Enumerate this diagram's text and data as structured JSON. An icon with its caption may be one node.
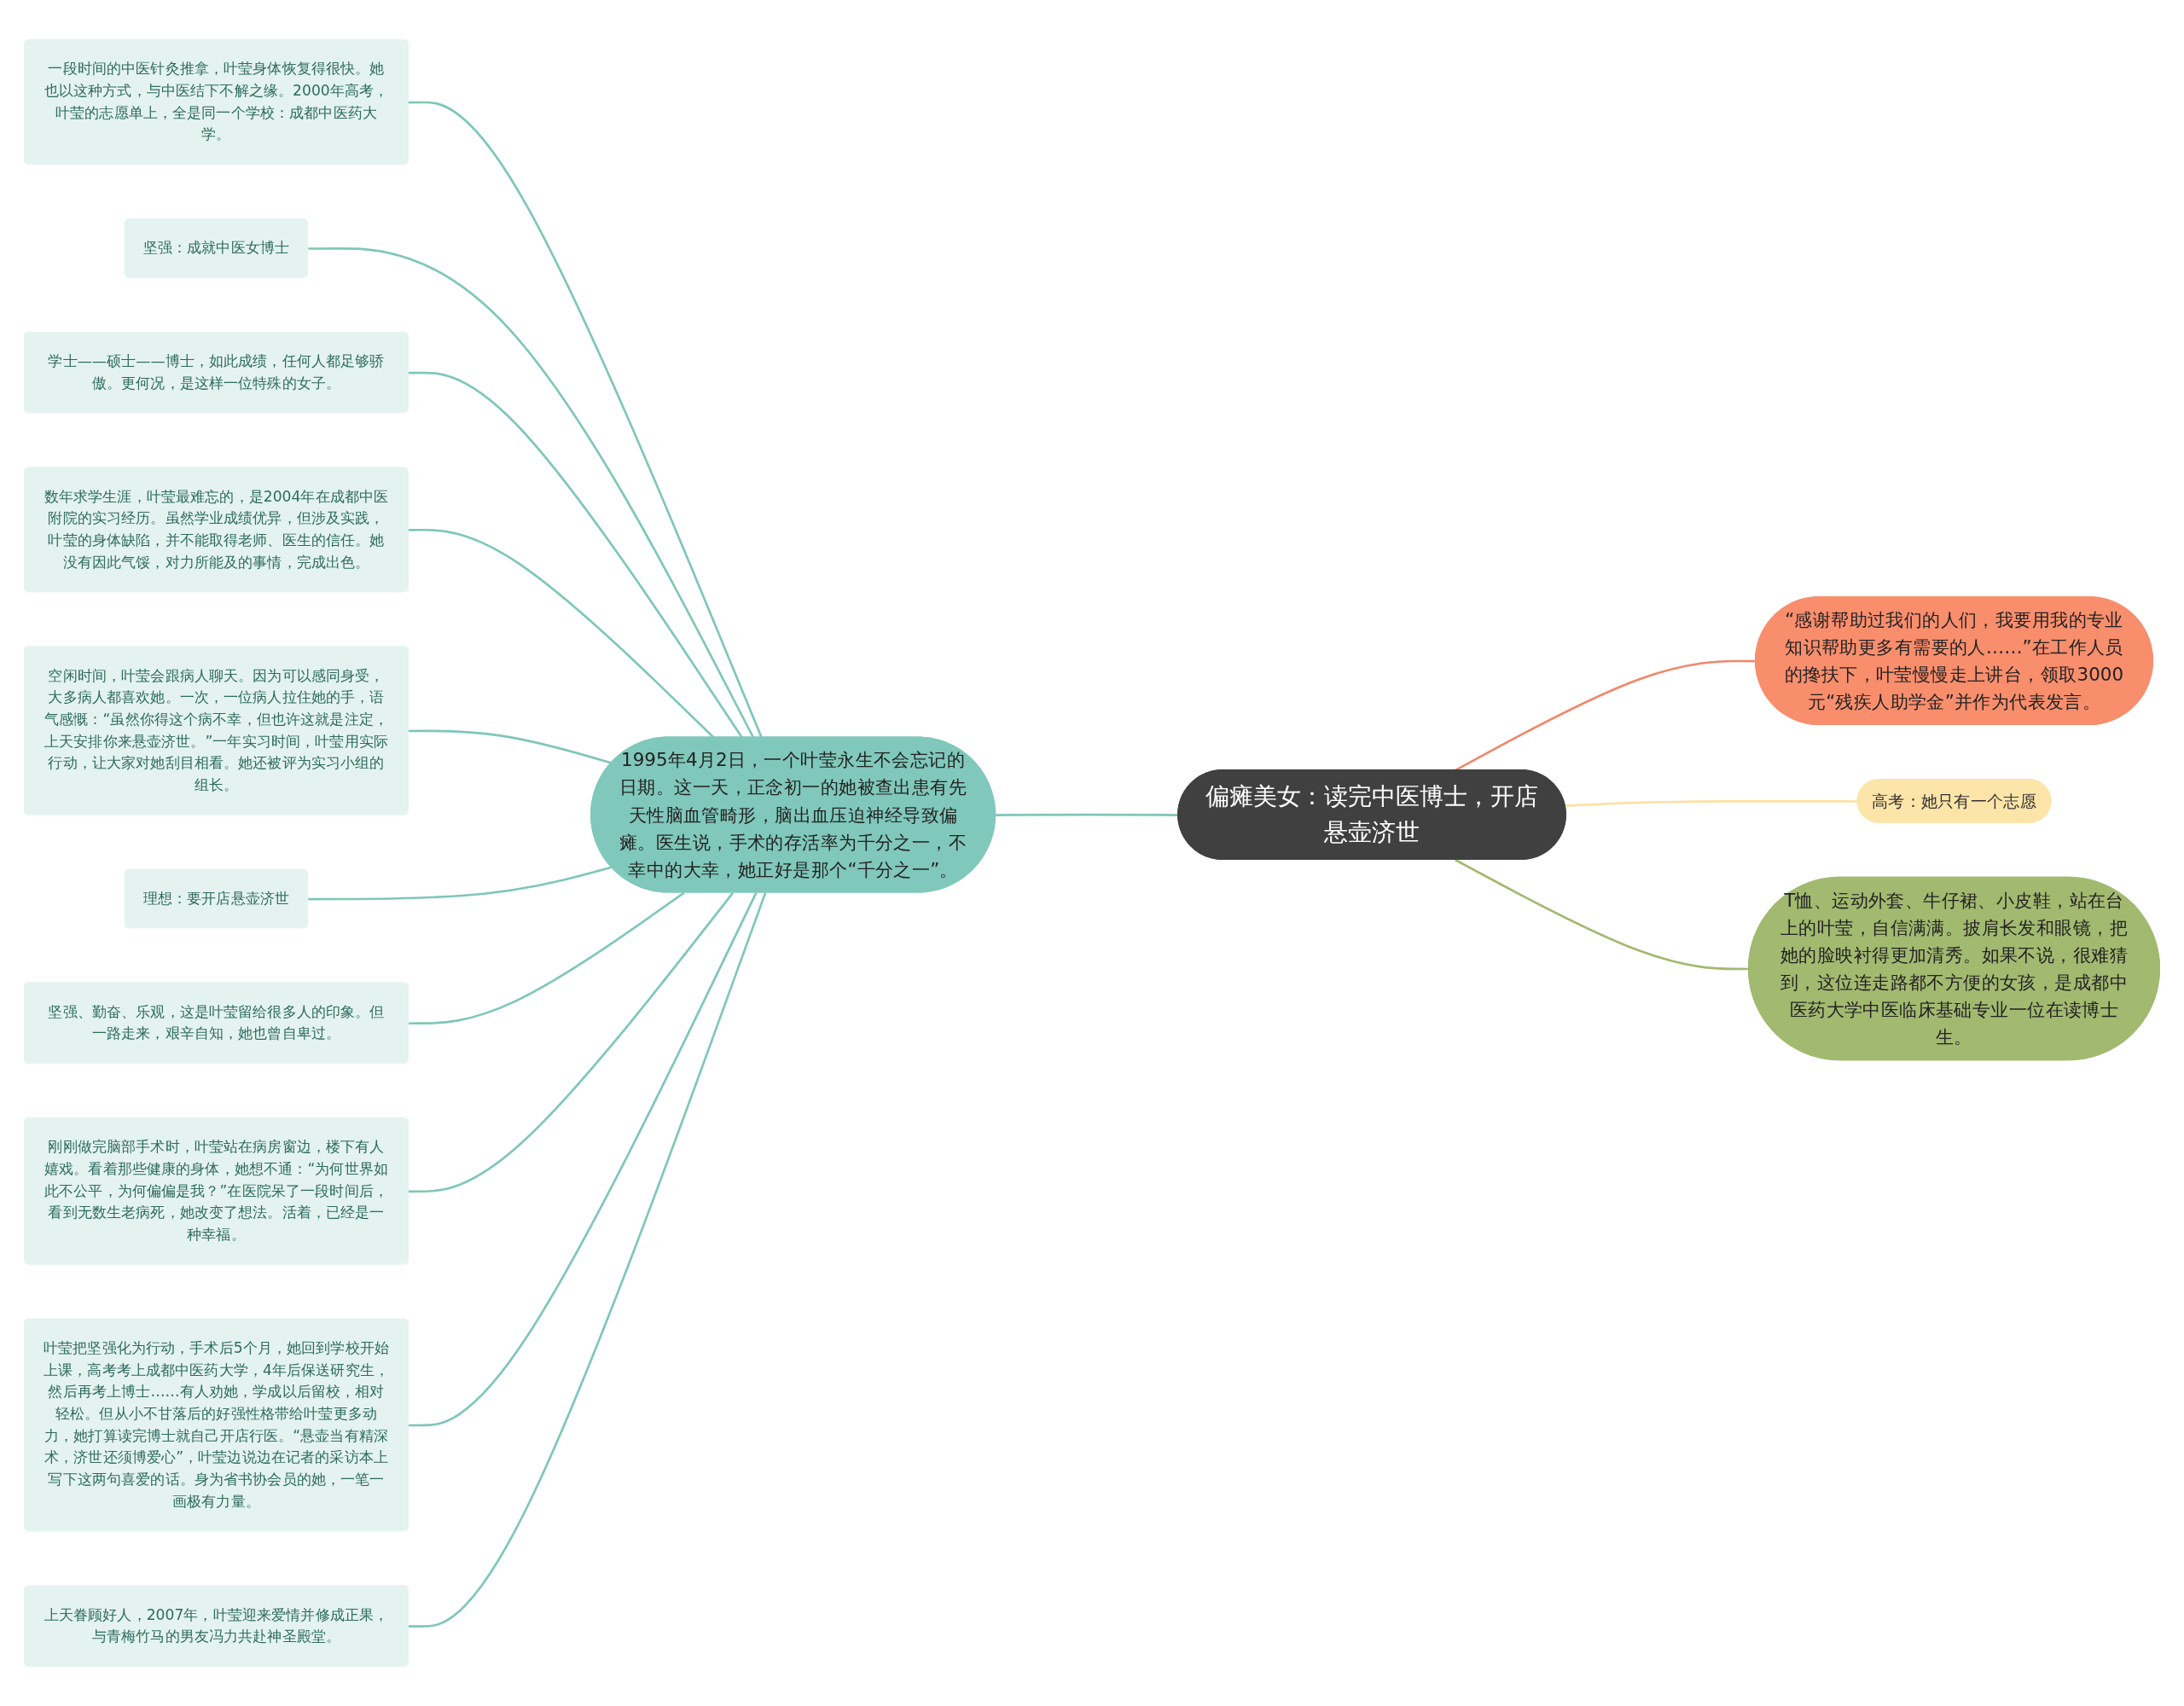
{
  "diagram": {
    "nodes": [
      {
        "text": [
          "偏瘫美女：读完中医博士，开店悬壶济世"
        ]
      },
      {
        "text": [
          "“感谢帮助过我们的人们，我要用我的专业知识帮助更多有需要的人……”在工作人员的搀扶下，叶莹慢慢走上讲台，领取3000元“残疾人助学金”并作为代表发言。"
        ]
      },
      {
        "text": [
          "高考：她只有一个志愿"
        ]
      },
      {
        "text": [
          "T恤、运动外套、牛仔裙、小皮鞋，站在台上的叶莹，自信满满。披肩长发和眼镜，把她的脸映衬得更加清秀。如果不说，很难猜到，这位连走路都不方便的女孩，是成都中医药大学中医临床基础专业一位在读博士生。"
        ]
      },
      {
        "text": [
          "1995年4月2日，一个叶莹永生不会忘记的日期。这一天，正念初一的她被查出患有先天性脑血管畸形，脑出血压迫神经导致偏瘫。医生说，手术的存活率为千分之一，不幸中的大幸，她正好是那个“千分之一”。"
        ]
      },
      {
        "text": [
          "一段时间的中医针灸推拿，叶莹身体恢复得很快。她也以这种方式，与中医结下不解之缘。2000年高考，叶莹的志愿单上，全是同一个学校：成都中医药大学。"
        ]
      },
      {
        "text": [
          "坚强：成就中医女博士"
        ]
      },
      {
        "text": [
          "学士——硕士——博士，如此成绩，任何人都足够骄傲。更何况，是这样一位特殊的女子。"
        ]
      },
      {
        "text": [
          "数年求学生涯，叶莹最难忘的，是2004年在成都中医附院的实习经历。虽然学业成绩优异，但涉及实践，叶莹的身体缺陷，并不能取得老师、医生的信任。她没有因此气馁，对力所能及的事情，完成出色。"
        ]
      },
      {
        "text": [
          "空闲时间，叶莹会跟病人聊天。因为可以感同身受，大多病人都喜欢她。一次，一位病人拉住她的手，语气感慨：“虽然你得这个病不幸，但也许这就是注定，上天安排你来悬壶济世。”一年实习时间，叶莹用实际行动，让大家对她刮目相看。她还被评为实习小组的组长。"
        ]
      },
      {
        "text": [
          "理想：要开店悬壶济世"
        ]
      },
      {
        "text": [
          "坚强、勤奋、乐观，这是叶莹留给很多人的印象。但一路走来，艰辛自知，她也曾自卑过。"
        ]
      },
      {
        "text": [
          "刚刚做完脑部手术时，叶莹站在病房窗边，楼下有人嬉戏。看着那些健康的身体，她想不通：“为何世界如此不公平，为何偏偏是我？”在医院呆了一段时间后，看到无数生老病死，她改变了想法。活着，已经是一种幸福。"
        ]
      },
      {
        "text": [
          "叶莹把坚强化为行动，手术后5个月，她回到学校开始上课，高考考上成都中医药大学，4年后保送研究生，然后再考上博士……有人劝她，学成以后留校，相对轻松。但从小不甘落后的好强性格带给叶莹更多动力，她打算读完博士就自己开店行医。“悬壶当有精深术，济世还须博爱心”，叶莹边说边在记者的采访本上写下这两句喜爱的话。身为省书协会员的她，一笔一画极有力量。"
        ]
      },
      {
        "text": [
          "上天眷顾好人，2007年，叶莹迎来爱情并修成正果，与青梅竹马的男友冯力共赴神圣殿堂。"
        ]
      }
    ],
    "edges": [
      {
        "from": 0,
        "to": 1,
        "arrow": "none",
        "color": "#f0876a"
      },
      {
        "from": 0,
        "to": 2,
        "arrow": "none",
        "color": "#fde0a0"
      },
      {
        "from": 0,
        "to": 3,
        "arrow": "none",
        "color": "#a2b970"
      },
      {
        "from": 0,
        "to": 4,
        "arrow": "none"
      },
      {
        "from": 4,
        "to": 5,
        "arrow": "none"
      },
      {
        "from": 4,
        "to": 6,
        "arrow": "none"
      },
      {
        "from": 4,
        "to": 7,
        "arrow": "none"
      },
      {
        "from": 4,
        "to": 8,
        "arrow": "none"
      },
      {
        "from": 4,
        "to": 9,
        "arrow": "none"
      },
      {
        "from": 4,
        "to": 10,
        "arrow": "none"
      },
      {
        "from": 4,
        "to": 11,
        "arrow": "none"
      },
      {
        "from": 4,
        "to": 12,
        "arrow": "none"
      },
      {
        "from": 4,
        "to": 13,
        "arrow": "none"
      },
      {
        "from": 4,
        "to": 14,
        "arrow": "none"
      }
    ]
  }
}
